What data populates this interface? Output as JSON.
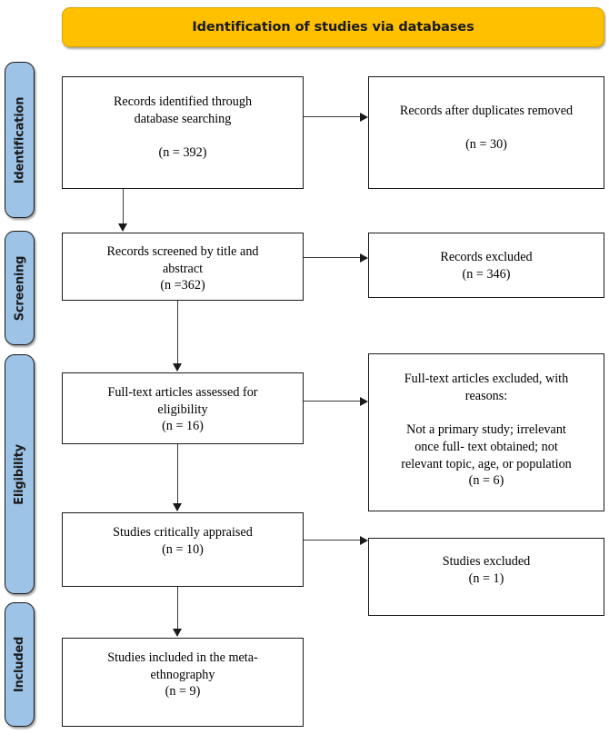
{
  "diagram": {
    "title": "Identification of studies via databases",
    "type": "PRISMA flow diagram"
  },
  "stages": [
    {
      "key": "identification",
      "label": "Identification"
    },
    {
      "key": "screening",
      "label": "Screening"
    },
    {
      "key": "eligibility",
      "label": "Eligibility"
    },
    {
      "key": "included",
      "label": "Included"
    }
  ],
  "boxes": {
    "records_identified": {
      "text": "Records identified through\ndatabase searching\n\n(n = 392)"
    },
    "records_after_duplicates": {
      "text": "Records after duplicates removed\n\n(n = 30)"
    },
    "records_screened": {
      "text": "Records screened by title and\nabstract\n(n =362)"
    },
    "records_excluded": {
      "text": "Records excluded\n(n = 346)"
    },
    "fulltext_assessed": {
      "text": "Full-text articles assessed for\neligibility\n(n = 16)"
    },
    "fulltext_excluded": {
      "text": "Full-text articles excluded, with\nreasons:\n\nNot a primary study; irrelevant\nonce full- text obtained; not\nrelevant topic, age, or population\n(n = 6)"
    },
    "studies_appraised": {
      "text": "Studies critically appraised\n(n = 10)"
    },
    "studies_excluded": {
      "text": "Studies excluded\n(n = 1)"
    },
    "studies_included": {
      "text": "Studies included in the meta-\nethnography\n(n = 9)"
    }
  },
  "colors": {
    "banner": "#FFC000",
    "stage_pill": "#9DC3E6",
    "box_border": "#1a1a1a",
    "connector": "#3a3a3a"
  }
}
